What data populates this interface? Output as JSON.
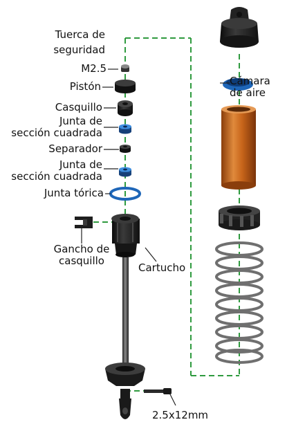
{
  "labels": {
    "tuerca_seguridad_1": "Tuerca de",
    "tuerca_seguridad_2": "seguridad",
    "m25": "M2.5",
    "piston": "Pistón",
    "casquillo": "Casquillo",
    "junta_cuadrada_a_1": "Junta de",
    "junta_cuadrada_a_2": "sección cuadrada",
    "separador": "Separador",
    "junta_cuadrada_b_1": "Junta de",
    "junta_cuadrada_b_2": "sección cuadrada",
    "junta_torica": "Junta tórica",
    "gancho_1": "Gancho de",
    "gancho_2": "casquillo",
    "cartucho": "Cartucho",
    "camara_1": "Cámara",
    "camara_2": "de aire",
    "tornillo": "2.5x12mm"
  },
  "colors": {
    "guide_line": "#2e9a3e",
    "part_black": "#1e1e1e",
    "part_blue": "#1e66b8",
    "part_orange": "#c8651a",
    "spring": "#6f6f6f",
    "leader": "#222222"
  }
}
